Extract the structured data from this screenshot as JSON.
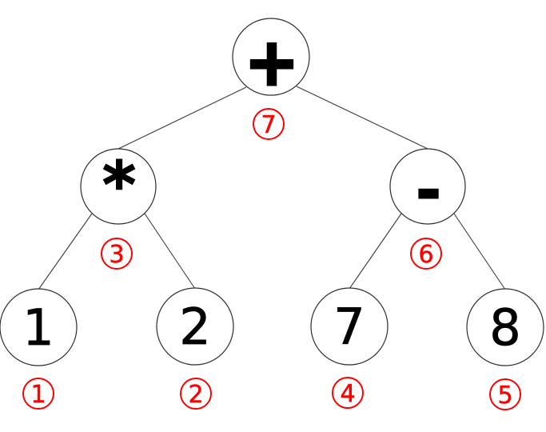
{
  "diagram": {
    "background": "#ffffff",
    "palette": {
      "node_outline": "#2d2d2d",
      "edge_line": "#3c3c3c",
      "value_text": "#000000",
      "order_accent": "#ff0000"
    },
    "nodes": [
      {
        "id": "plus",
        "value": "+",
        "order": "7"
      },
      {
        "id": "star",
        "value": "*",
        "order": "3"
      },
      {
        "id": "minus",
        "value": "-",
        "order": "6"
      },
      {
        "id": "one",
        "value": "1",
        "order": "1"
      },
      {
        "id": "two",
        "value": "2",
        "order": "2"
      },
      {
        "id": "seven",
        "value": "7",
        "order": "4"
      },
      {
        "id": "eight",
        "value": "8",
        "order": "5"
      }
    ],
    "edges": [
      {
        "from": "plus",
        "to": "star"
      },
      {
        "from": "plus",
        "to": "minus"
      },
      {
        "from": "star",
        "to": "one"
      },
      {
        "from": "star",
        "to": "two"
      },
      {
        "from": "minus",
        "to": "seven"
      },
      {
        "from": "minus",
        "to": "eight"
      }
    ]
  }
}
